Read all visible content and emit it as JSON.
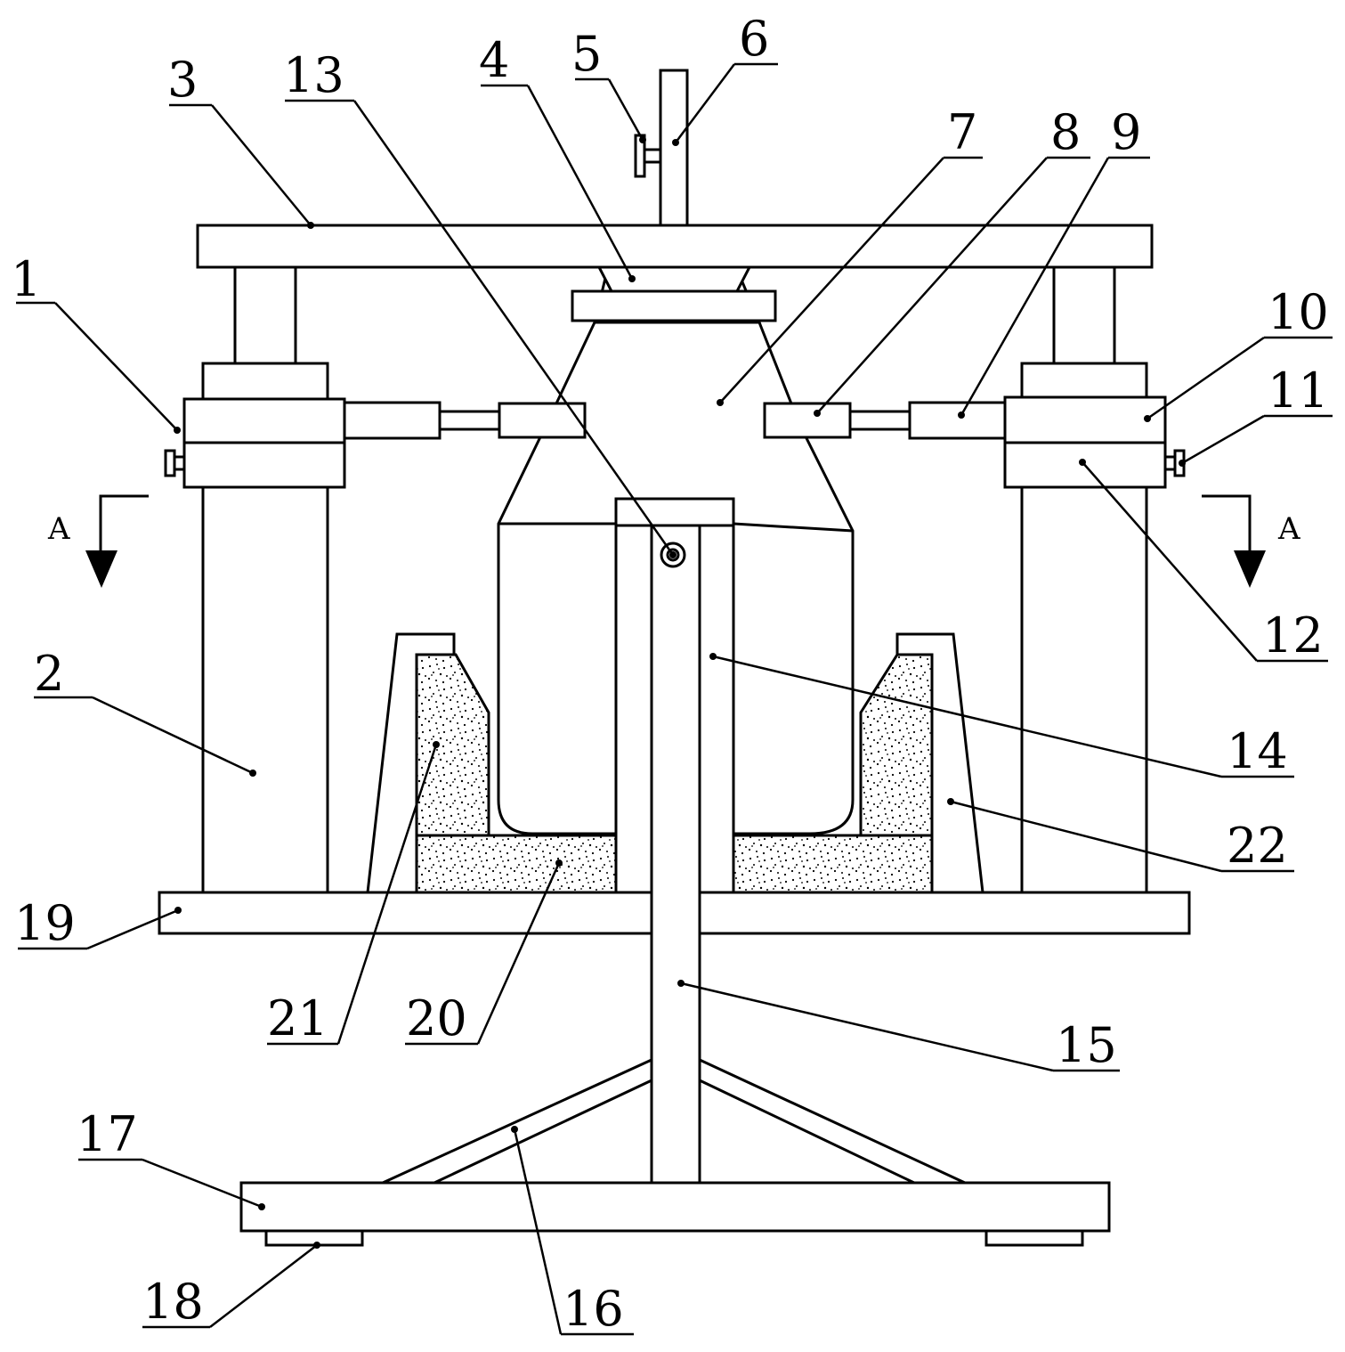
{
  "labels": {
    "l1": "1",
    "l2": "2",
    "l3": "3",
    "l4": "4",
    "l5": "5",
    "l6": "6",
    "l7": "7",
    "l8": "8",
    "l9": "9",
    "l10": "10",
    "l11": "11",
    "l12": "12",
    "l13": "13",
    "l14": "14",
    "l15": "15",
    "l16": "16",
    "l17": "17",
    "l18": "18",
    "l19": "19",
    "l20": "20",
    "l21": "21",
    "l22": "22"
  },
  "section": {
    "left": "A",
    "right": "A"
  },
  "colors": {
    "stroke": "#000000",
    "background": "#ffffff"
  }
}
